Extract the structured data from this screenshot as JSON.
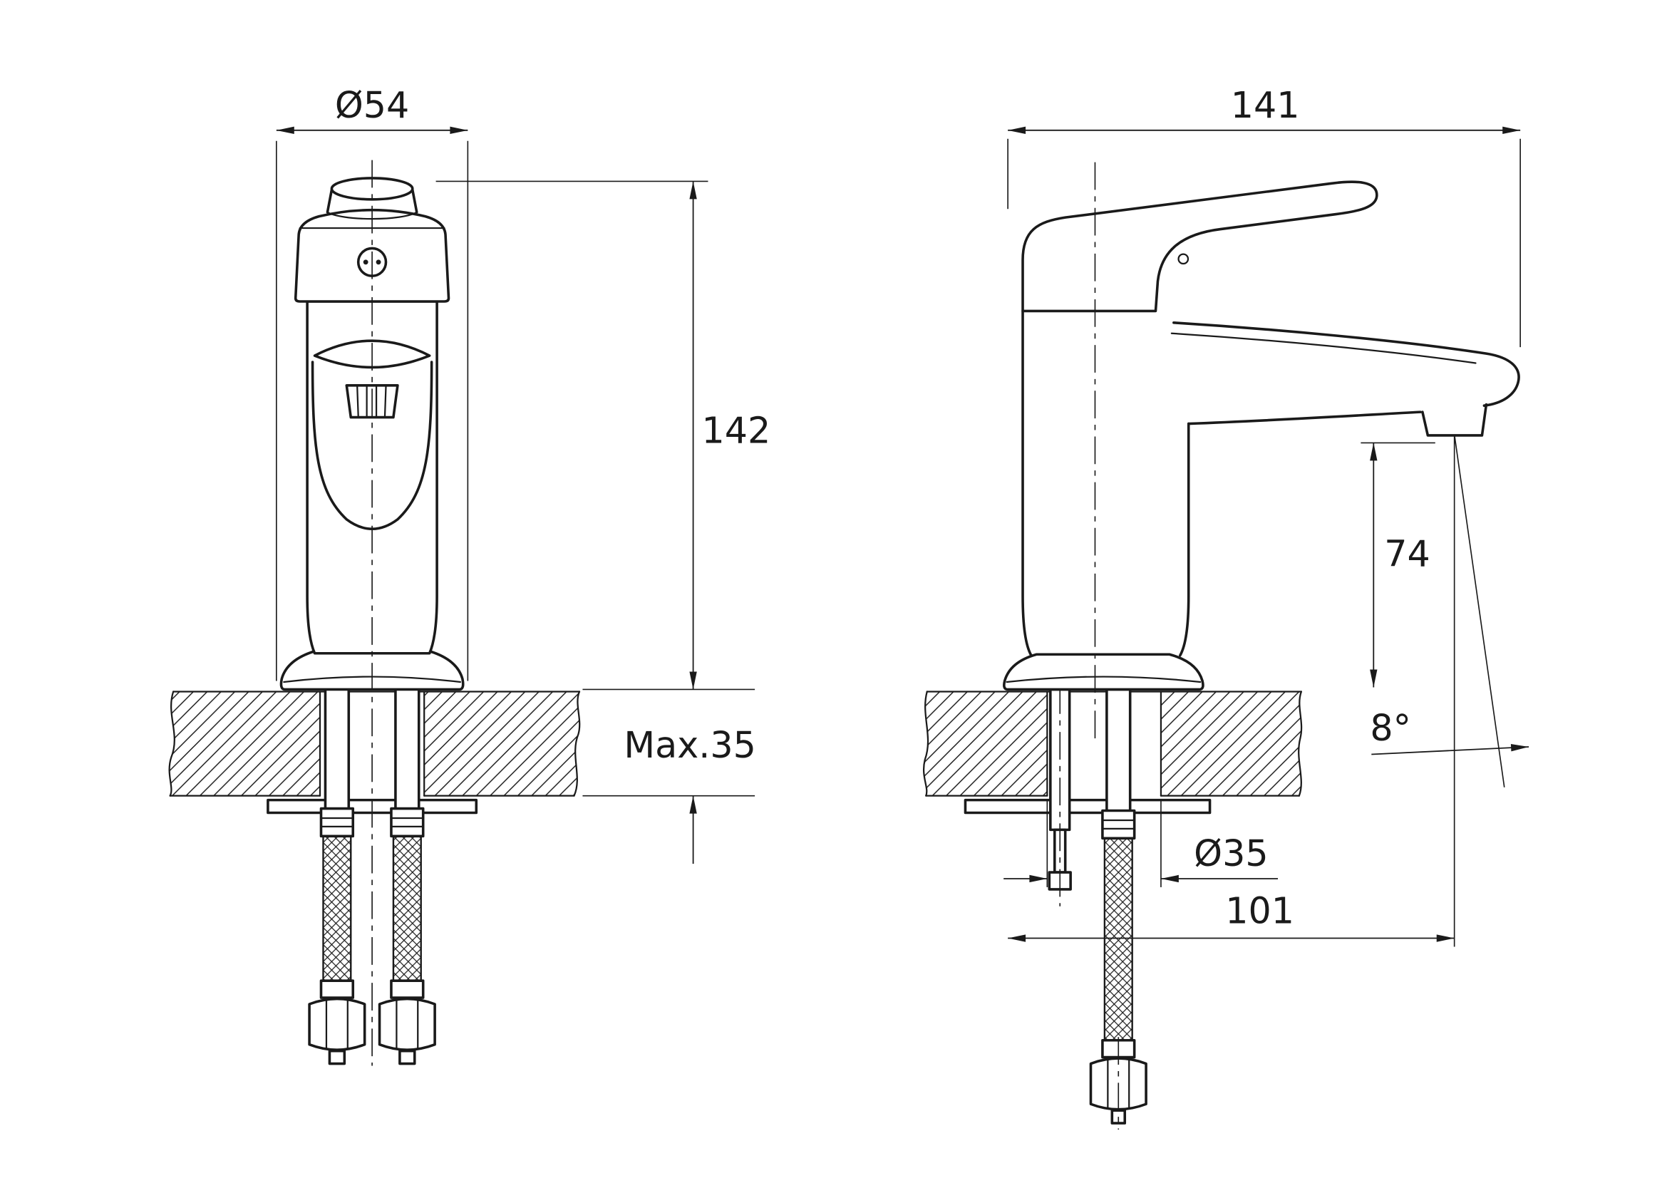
{
  "drawing": {
    "type": "technical-dimension-drawing",
    "subject": "single-lever basin mixer faucet, front and side views with mounting hoses",
    "colors": {
      "line": "#1a1a1a",
      "background": "#ffffff"
    }
  },
  "dims": {
    "front": {
      "base_diameter": "Ø54",
      "body_height": "142",
      "max_mount_thickness": "Max.35"
    },
    "side": {
      "overall_length": "141",
      "spout_outlet_height": "74",
      "spout_angle": "8°",
      "mount_hole_diameter": "Ø35",
      "spout_reach": "101"
    }
  }
}
